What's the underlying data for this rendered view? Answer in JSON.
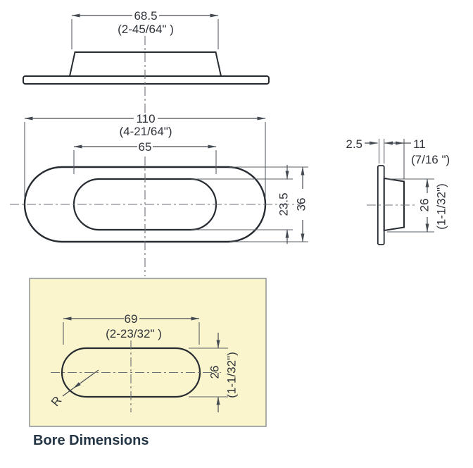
{
  "drawing": {
    "caption": "Bore Dimensions",
    "front": {
      "width_mm": "68.5",
      "width_in": "(2-45/64\" )"
    },
    "plan": {
      "overall_width_mm": "110",
      "overall_width_in": "(4-21/64\")",
      "recess_width_mm": "65",
      "recess_height_mm": "23.5",
      "overall_height_mm": "36"
    },
    "side": {
      "flange_thickness_mm": "2.5",
      "depth_mm": "11",
      "depth_in": "(7/16 \")",
      "recess_height_mm": "26",
      "recess_height_in": "(1-1/32\")"
    },
    "bore": {
      "width_mm": "69",
      "width_in": "(2-23/32\" )",
      "height_mm": "26",
      "height_in": "(1-1/32\")",
      "radius_label": "R"
    },
    "colors": {
      "part_fill": "#d9edf8",
      "recess_fill": "#e9f4fb",
      "bore_panel_fill": "#fbf5cd",
      "outline": "#262b32",
      "dimension": "#454b52"
    }
  }
}
